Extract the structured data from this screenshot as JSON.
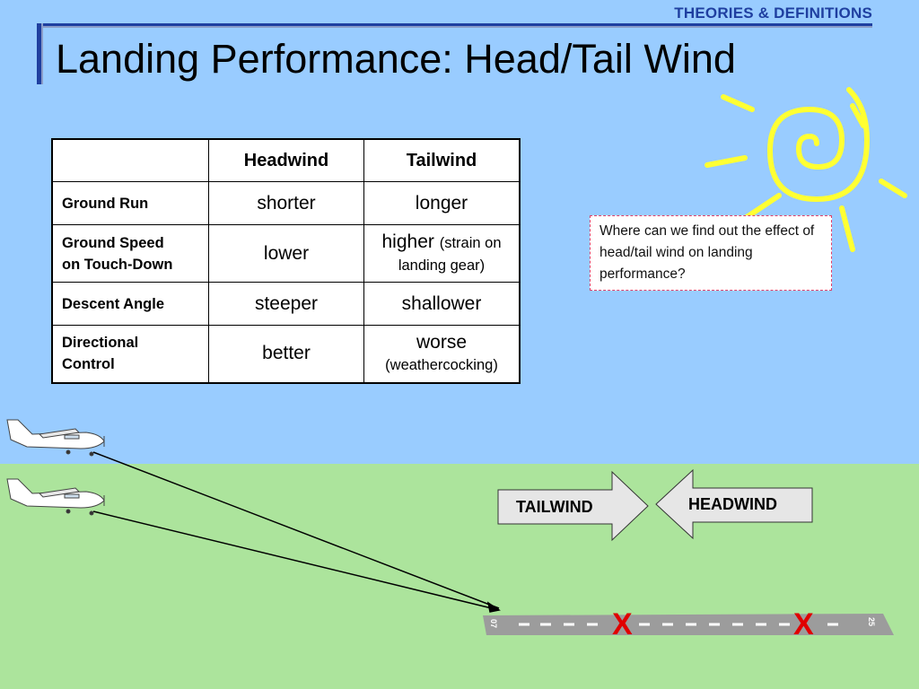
{
  "header": {
    "section_label": "THEORIES & DEFINITIONS"
  },
  "slide": {
    "title": "Landing Performance: Head/Tail Wind"
  },
  "table": {
    "columns": [
      "",
      "Headwind",
      "Tailwind"
    ],
    "rows": [
      {
        "label": "Ground Run",
        "headwind": "shorter",
        "tailwind": "longer",
        "tailwind_note": ""
      },
      {
        "label_line1": "Ground Speed",
        "label_line2": "on Touch-Down",
        "headwind": "lower",
        "tailwind": "higher",
        "tailwind_note": "(strain on landing gear)"
      },
      {
        "label": "Descent Angle",
        "headwind": "steeper",
        "tailwind": "shallower",
        "tailwind_note": ""
      },
      {
        "label_line1": "Directional",
        "label_line2": "Control",
        "headwind": "better",
        "tailwind": "worse",
        "tailwind_note": "(weathercocking)"
      }
    ]
  },
  "note": {
    "text": "Where can we find out the effect of head/tail wind on landing performance?"
  },
  "wind_arrows": {
    "tailwind": "TAILWIND",
    "headwind": "HEADWIND"
  },
  "runway": {
    "left_number": "07",
    "right_number": "25",
    "marker": "X"
  },
  "colors": {
    "sky": "#99ccff",
    "grass": "#ace49c",
    "sun": "#ffff33",
    "accent": "#1f3fa0",
    "marker": "#e00000"
  },
  "icons": [
    "sun-icon",
    "airplane-icon",
    "airplane-icon",
    "runway-icon"
  ]
}
